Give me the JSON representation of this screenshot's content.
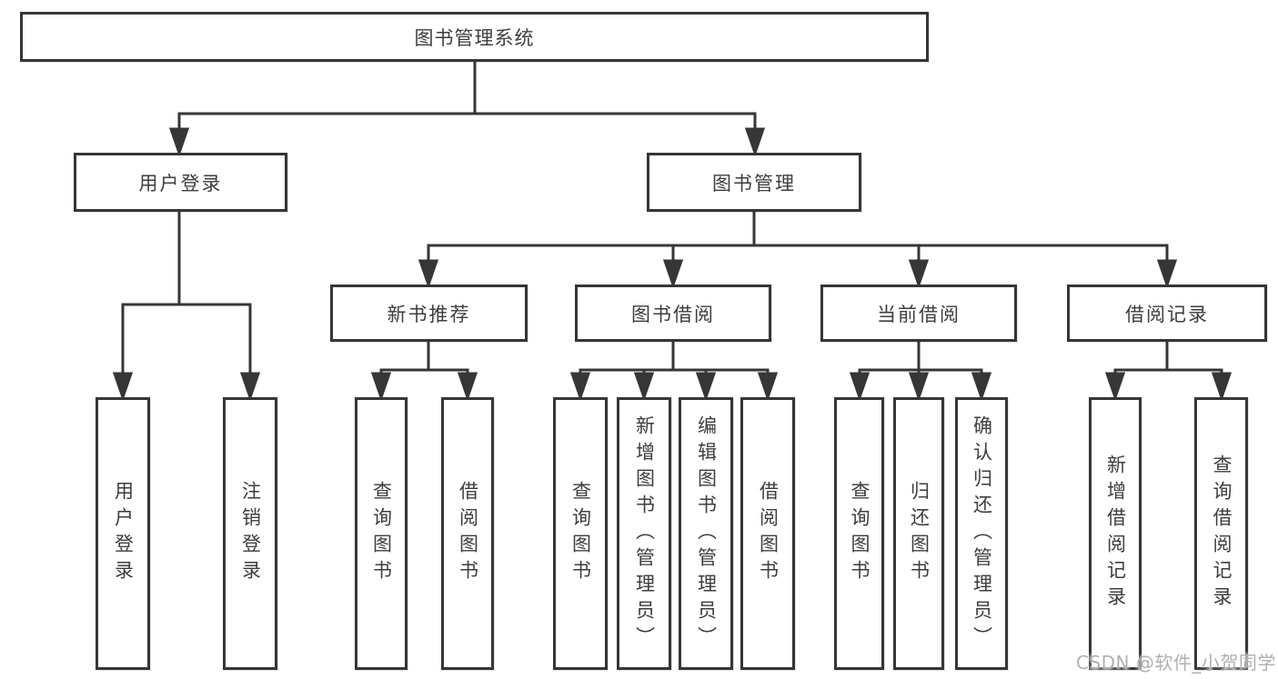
{
  "diagram": {
    "root": {
      "label": "图书管理系统"
    },
    "user": {
      "label": "用户登录",
      "children": [
        {
          "label": "用户登录"
        },
        {
          "label": "注销登录"
        }
      ]
    },
    "mgmt": {
      "label": "图书管理",
      "groups": [
        {
          "label": "新书推荐",
          "children": [
            {
              "label": "查询图书"
            },
            {
              "label": "借阅图书"
            }
          ]
        },
        {
          "label": "图书借阅",
          "children": [
            {
              "label": "查询图书"
            },
            {
              "label": "新增图书（管理员）"
            },
            {
              "label": "编辑图书（管理员）"
            },
            {
              "label": "借阅图书"
            }
          ]
        },
        {
          "label": "当前借阅",
          "children": [
            {
              "label": "查询图书"
            },
            {
              "label": "归还图书"
            },
            {
              "label": "确认归还（管理员）"
            }
          ]
        },
        {
          "label": "借阅记录",
          "children": [
            {
              "label": "新增借阅记录"
            },
            {
              "label": "查询借阅记录"
            }
          ]
        }
      ]
    }
  },
  "watermark": {
    "text": "CSDN @软件_小贺同学"
  },
  "colors": {
    "line": "#363636",
    "text": "#3d3d3d",
    "background": "#ffffff",
    "watermark_text": "#b0b0b0"
  }
}
